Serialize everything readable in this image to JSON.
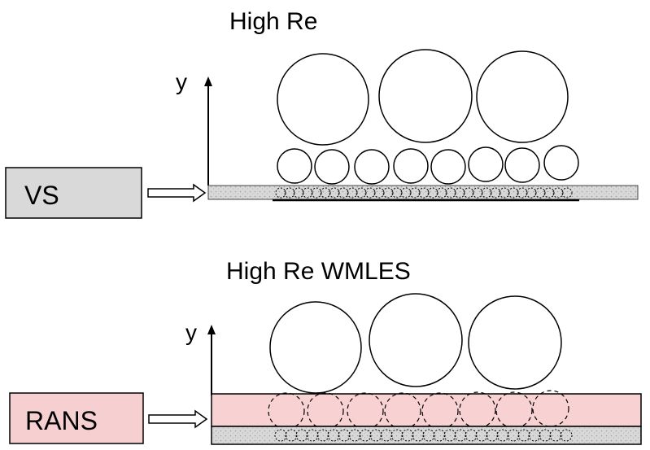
{
  "top_panel": {
    "title": "High Re",
    "axis_label": "y",
    "model_label": "VS",
    "model_box_color": "#d9d9d9",
    "layer_color": "#e0e0e0"
  },
  "bottom_panel": {
    "title": "High Re WMLES",
    "axis_label": "y",
    "model_label": "RANS",
    "model_box_color": "#f6d0d0",
    "layer_color": "#f8d2d2"
  }
}
